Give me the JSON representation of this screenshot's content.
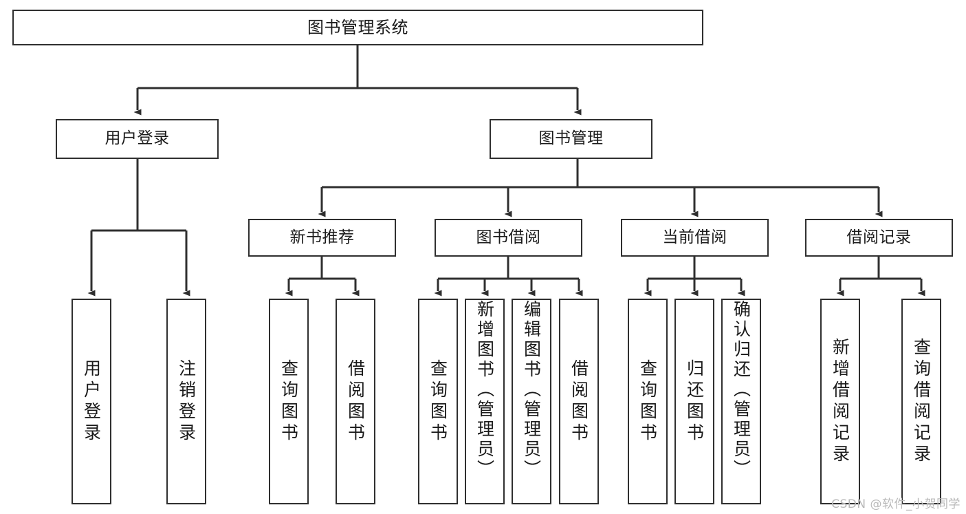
{
  "diagram": {
    "type": "tree",
    "title": "图书管理系统",
    "root": {
      "label": "图书管理系统"
    },
    "level2": [
      {
        "label": "用户登录"
      },
      {
        "label": "图书管理"
      }
    ],
    "level3": [
      {
        "label": "新书推荐"
      },
      {
        "label": "图书借阅"
      },
      {
        "label": "当前借阅"
      },
      {
        "label": "借阅记录"
      }
    ],
    "leaves": {
      "user_login": [
        {
          "label": "用户登录"
        },
        {
          "label": "注销登录"
        }
      ],
      "new_book_recommend": [
        {
          "label": "查询图书"
        },
        {
          "label": "借阅图书"
        }
      ],
      "book_borrow": [
        {
          "label": "查询图书"
        },
        {
          "label": "新增图书（管理员）"
        },
        {
          "label": "编辑图书（管理员）"
        },
        {
          "label": "借阅图书"
        }
      ],
      "current_borrow": [
        {
          "label": "查询图书"
        },
        {
          "label": "归还图书"
        },
        {
          "label": "确认归还（管理员）"
        }
      ],
      "borrow_record": [
        {
          "label": "新增借阅记录"
        },
        {
          "label": "查询借阅记录"
        }
      ]
    }
  },
  "watermark": {
    "text": "CSDN @软件_小贺同学"
  },
  "colors": {
    "border": "#2f2f2f",
    "connector": "#2f2f2f",
    "text": "#1a1a1a",
    "background": "#ffffff",
    "watermark": "#b9b9b9"
  }
}
